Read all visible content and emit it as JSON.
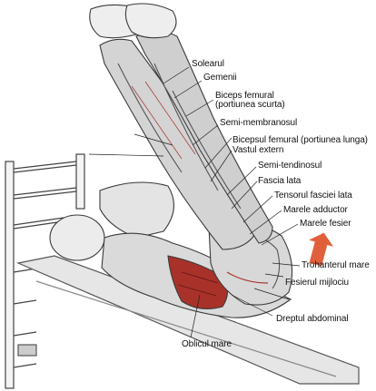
{
  "labels": {
    "solearul": "Solearul",
    "gemenii": "Gemenii",
    "biceps_femural_line1": "Biceps femural",
    "biceps_femural_line2": "(portiunea scurta)",
    "semi_membranosul": "Semi-membranosul",
    "bicepsul_femural_lunga": "Bicepsul femural (portiunea lunga)",
    "vastul_extern": "Vastul extern",
    "semi_tendinosul": "Semi-tendinosul",
    "fascia_lata": "Fascia lata",
    "tensorul_fasciei_lata": "Tensorul fasciei lata",
    "marele_adductor": "Marele adductor",
    "marele_fesier": "Marele fesier",
    "trohanterul_mare": "Trohanterul mare",
    "fesierul_mijlociu": "Fesierul mijlociu",
    "dreptul_abdominal": "Dreptul abdominal",
    "oblicul_mare": "Oblicul mare"
  },
  "colors": {
    "line_art": "#3a3a3a",
    "muscle_red": "#a8322a",
    "arrow_red": "#e0603c"
  }
}
